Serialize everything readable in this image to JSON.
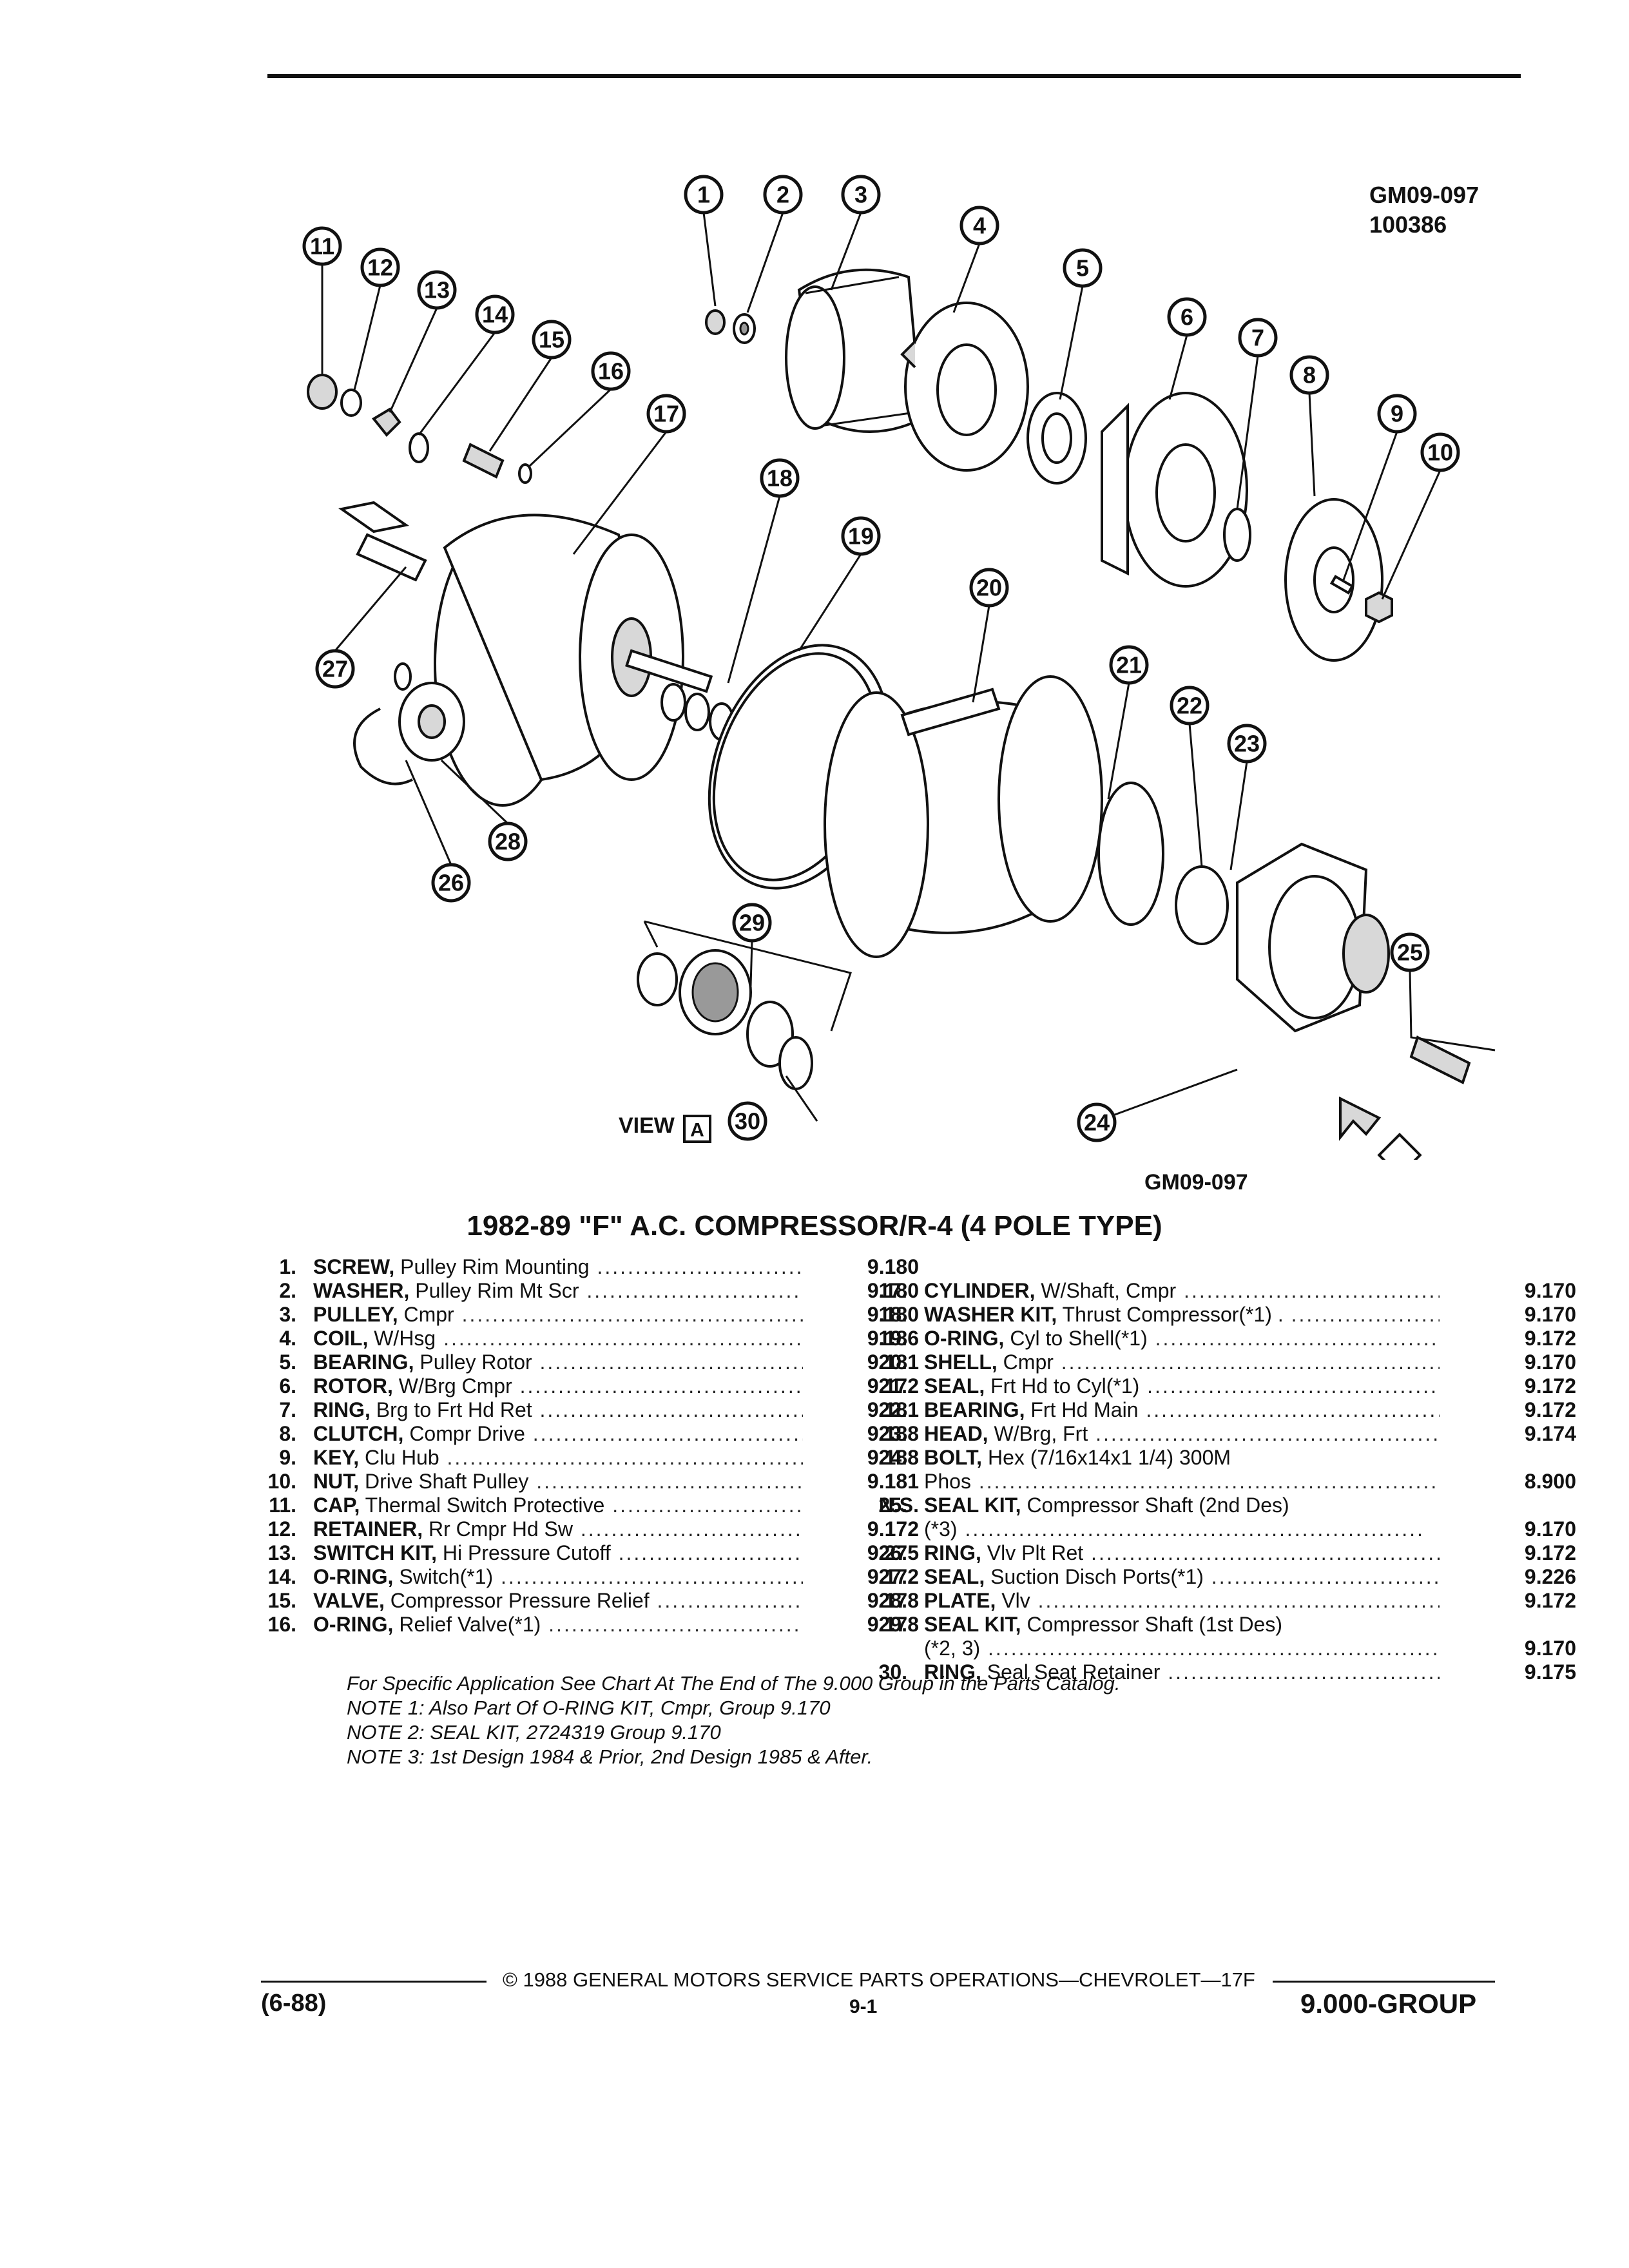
{
  "header": {
    "ref_code": "GM09-097",
    "ref_number": "100386"
  },
  "diagram": {
    "figure_code": "GM09-097",
    "view_label": "VIEW",
    "view_letter": "A",
    "callouts": [
      "1",
      "2",
      "3",
      "4",
      "5",
      "6",
      "7",
      "8",
      "9",
      "10",
      "11",
      "12",
      "13",
      "14",
      "15",
      "16",
      "17",
      "18",
      "19",
      "20",
      "21",
      "22",
      "23",
      "24",
      "25",
      "26",
      "27",
      "28",
      "29",
      "30"
    ]
  },
  "title": "1982-89 \"F\" A.C. COMPRESSOR/R-4 (4 POLE TYPE)",
  "parts_left": [
    {
      "num": "1.",
      "name": "SCREW,",
      "desc": " Pulley Rim Mounting",
      "group": "9.180"
    },
    {
      "num": "2.",
      "name": "WASHER,",
      "desc": " Pulley Rim Mt Scr",
      "group": "9.180"
    },
    {
      "num": "3.",
      "name": "PULLEY,",
      "desc": " Cmpr",
      "group": "9.180"
    },
    {
      "num": "4.",
      "name": "COIL,",
      "desc": " W/Hsg",
      "group": "9.186"
    },
    {
      "num": "5.",
      "name": "BEARING,",
      "desc": " Pulley Rotor",
      "group": "9.181"
    },
    {
      "num": "6.",
      "name": "ROTOR,",
      "desc": " W/Brg Cmpr",
      "group": "9.172"
    },
    {
      "num": "7.",
      "name": "RING,",
      "desc": " Brg to Frt Hd Ret",
      "group": "9.181"
    },
    {
      "num": "8.",
      "name": "CLUTCH,",
      "desc": " Compr Drive",
      "group": "9.188"
    },
    {
      "num": "9.",
      "name": "KEY,",
      "desc": " Clu Hub",
      "group": "9.188"
    },
    {
      "num": "10.",
      "name": "NUT,",
      "desc": " Drive Shaft Pulley",
      "group": "9.181"
    },
    {
      "num": "11.",
      "name": "CAP,",
      "desc": " Thermal Switch Protective",
      "group": "N.S."
    },
    {
      "num": "12.",
      "name": "RETAINER,",
      "desc": " Rr Cmpr Hd Sw",
      "group": "9.172"
    },
    {
      "num": "13.",
      "name": "SWITCH KIT,",
      "desc": " Hi Pressure Cutoff",
      "group": "9.275"
    },
    {
      "num": "14.",
      "name": "O-RING,",
      "desc": " Switch(*1)",
      "group": "9.172"
    },
    {
      "num": "15.",
      "name": "VALVE,",
      "desc": " Compressor Pressure Relief",
      "group": "9.178"
    },
    {
      "num": "16.",
      "name": "O-RING,",
      "desc": " Relief Valve(*1)",
      "group": "9.178"
    }
  ],
  "parts_right": [
    {
      "num": "17.",
      "name": "CYLINDER,",
      "desc": " W/Shaft, Cmpr",
      "group": "9.170"
    },
    {
      "num": "18.",
      "name": "WASHER KIT,",
      "desc": " Thrust Compressor(*1) .",
      "group": "9.170"
    },
    {
      "num": "19.",
      "name": "O-RING,",
      "desc": " Cyl to Shell(*1)",
      "group": "9.172"
    },
    {
      "num": "20.",
      "name": "SHELL,",
      "desc": " Cmpr",
      "group": "9.170"
    },
    {
      "num": "21.",
      "name": "SEAL,",
      "desc": " Frt Hd to Cyl(*1)",
      "group": "9.172"
    },
    {
      "num": "22.",
      "name": "BEARING,",
      "desc": " Frt Hd Main",
      "group": "9.172"
    },
    {
      "num": "23.",
      "name": "HEAD,",
      "desc": " W/Brg, Frt",
      "group": "9.174"
    },
    {
      "num": "24.",
      "name": "BOLT,",
      "desc": " Hex (7/16x14x1 1/4) 300M",
      "group": ""
    },
    {
      "num": "",
      "name": "",
      "desc": "Phos",
      "group": "8.900"
    },
    {
      "num": "25.",
      "name": "SEAL KIT,",
      "desc": " Compressor Shaft (2nd Des)",
      "group": ""
    },
    {
      "num": "",
      "name": "",
      "desc": "(*3)",
      "group": "9.170"
    },
    {
      "num": "26.",
      "name": "RING,",
      "desc": " Vlv Plt Ret",
      "group": "9.172"
    },
    {
      "num": "27.",
      "name": "SEAL,",
      "desc": " Suction Disch Ports(*1)",
      "group": "9.226"
    },
    {
      "num": "28.",
      "name": "PLATE,",
      "desc": " Vlv",
      "group": "9.172"
    },
    {
      "num": "29.",
      "name": "SEAL KIT,",
      "desc": " Compressor Shaft (1st Des)",
      "group": ""
    },
    {
      "num": "",
      "name": "",
      "desc": "(*2, 3)",
      "group": "9.170"
    },
    {
      "num": "30.",
      "name": "RING,",
      "desc": " Seal Seat Retainer",
      "group": "9.175"
    }
  ],
  "notes": [
    "For Specific Application See Chart At The End of The 9.000 Group in the Parts Catalog.",
    "NOTE 1: Also Part Of O-RING KIT, Cmpr, Group 9.170",
    "NOTE 2: SEAL KIT, 2724319 Group 9.170",
    "NOTE 3: 1st Design 1984 & Prior, 2nd Design 1985 & After."
  ],
  "footer": {
    "copyright": "© 1988 GENERAL MOTORS SERVICE PARTS OPERATIONS—CHEVROLET—17F",
    "edition": "(6-88)",
    "page": "9-1",
    "group": "9.000-GROUP"
  }
}
